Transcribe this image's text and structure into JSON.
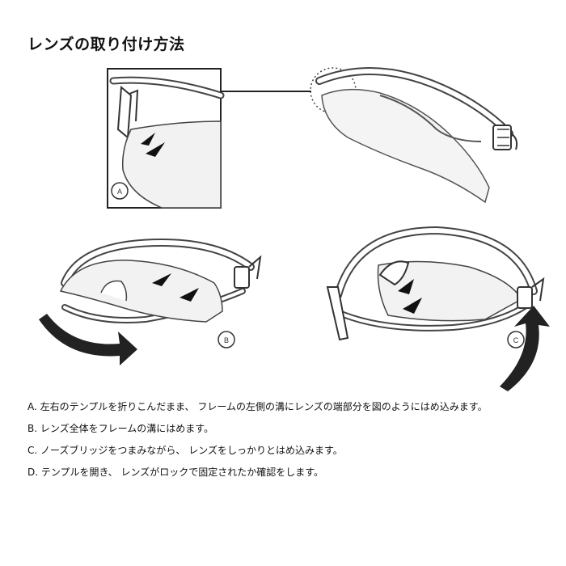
{
  "title": "レンズの取り付け方法",
  "figure_labels": {
    "a": "A",
    "b": "B",
    "c": "C"
  },
  "steps": [
    "A. 左右のテンプルを折りこんだまま、 フレームの左側の溝にレンズの端部分を図のようにはめ込みます。",
    "B. レンズ全体をフレームの溝にはめます。",
    "C. ノーズブリッジをつまみながら、 レンズをしっかりとはめ込みます。",
    "D. テンプルを開き、 レンズがロックで固定されたか確認をします。"
  ]
}
